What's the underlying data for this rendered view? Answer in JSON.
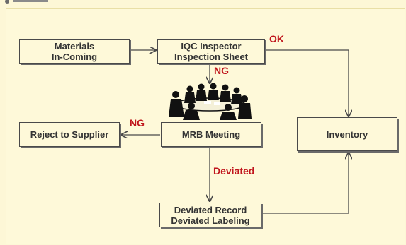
{
  "nodes": {
    "materials": {
      "line1": "Materials",
      "line2": "In-Coming"
    },
    "iqc": {
      "line1": "IQC Inspector",
      "line2": "Inspection Sheet"
    },
    "mrb": {
      "label": "MRB Meeting"
    },
    "reject": {
      "label": "Reject to Supplier"
    },
    "inventory": {
      "label": "Inventory"
    },
    "deviated": {
      "line1": "Deviated Record",
      "line2": "Deviated Labeling"
    }
  },
  "edge_labels": {
    "ok": "OK",
    "ng_iqc": "NG",
    "ng_mrb": "NG",
    "deviated": "Deviated"
  },
  "colors": {
    "background": "#fef9d9",
    "box_border": "#4a4a4a",
    "label_red": "#c0151c"
  }
}
